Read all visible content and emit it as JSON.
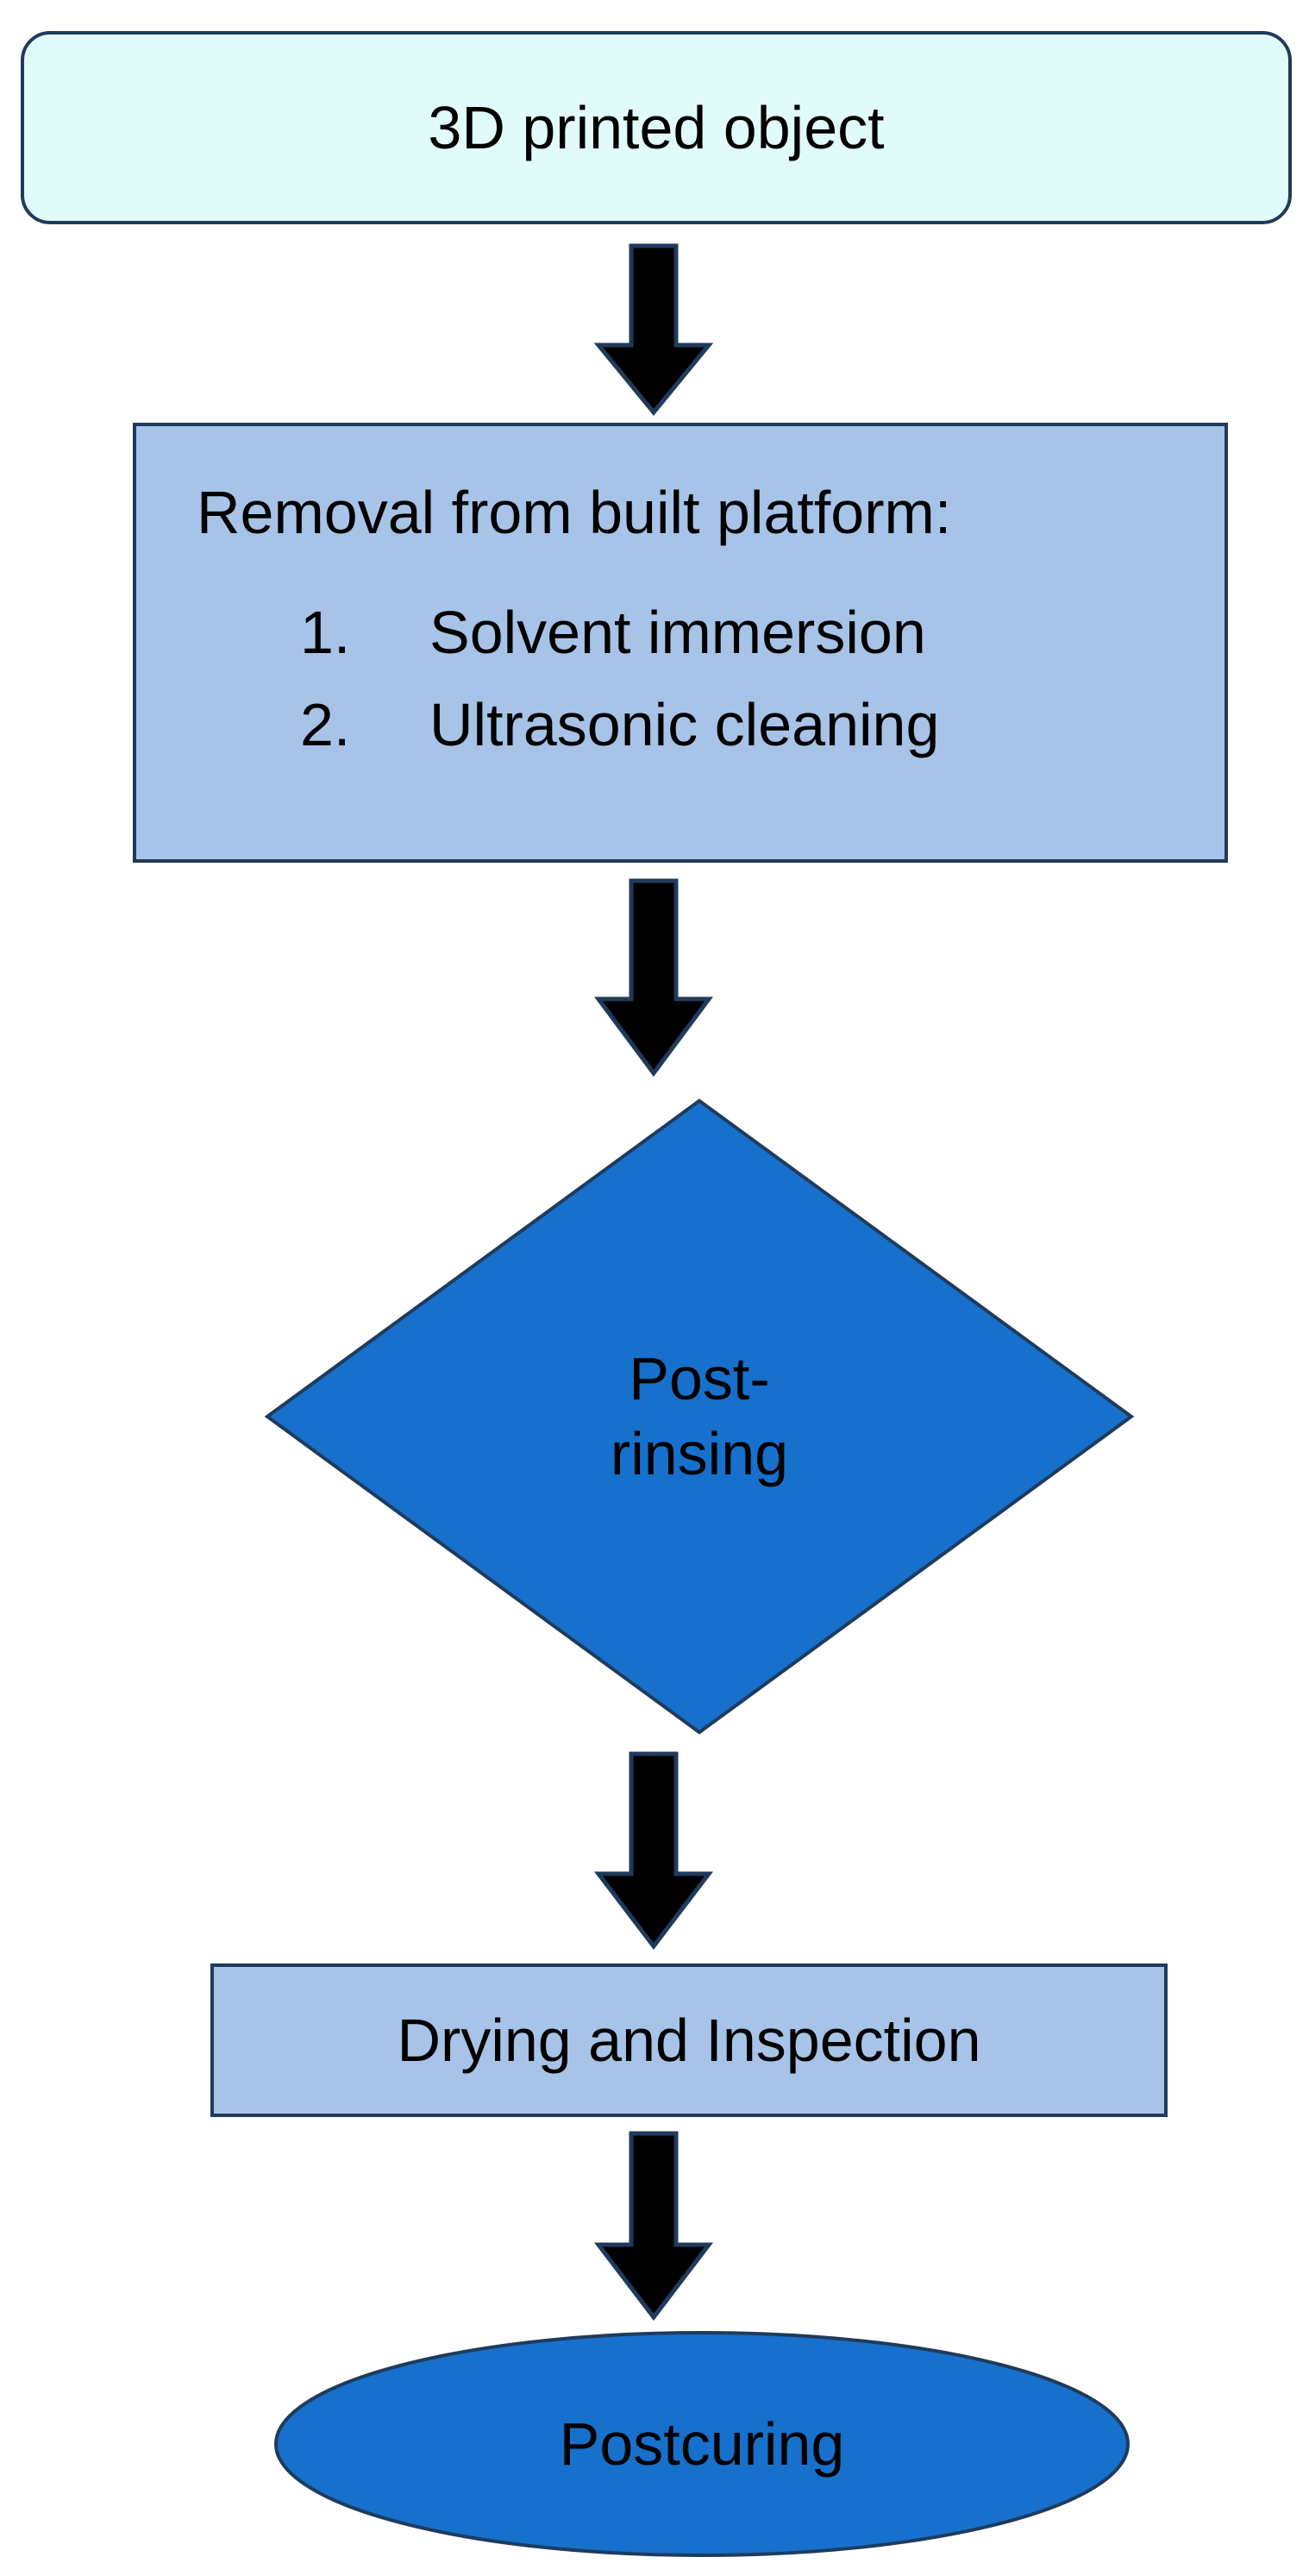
{
  "colors": {
    "start_fill": "#e1fbfb",
    "light_box_fill": "#a7c3e7",
    "decision_fill": "#1670cc",
    "terminal_fill": "#1670cc",
    "border": "#1f3b5c",
    "arrow": "#000000"
  },
  "flowchart": {
    "start": {
      "label": "3D printed object"
    },
    "removal": {
      "title": "Removal from built platform:",
      "steps": [
        {
          "number": "1.",
          "label": "Solvent immersion"
        },
        {
          "number": "2.",
          "label": "Ultrasonic cleaning"
        }
      ]
    },
    "decision": {
      "line1": "Post-",
      "line2": "rinsing"
    },
    "drying": {
      "label": "Drying and Inspection"
    },
    "end": {
      "label": "Postcuring"
    },
    "connector_icon": "down-arrow-icon"
  }
}
